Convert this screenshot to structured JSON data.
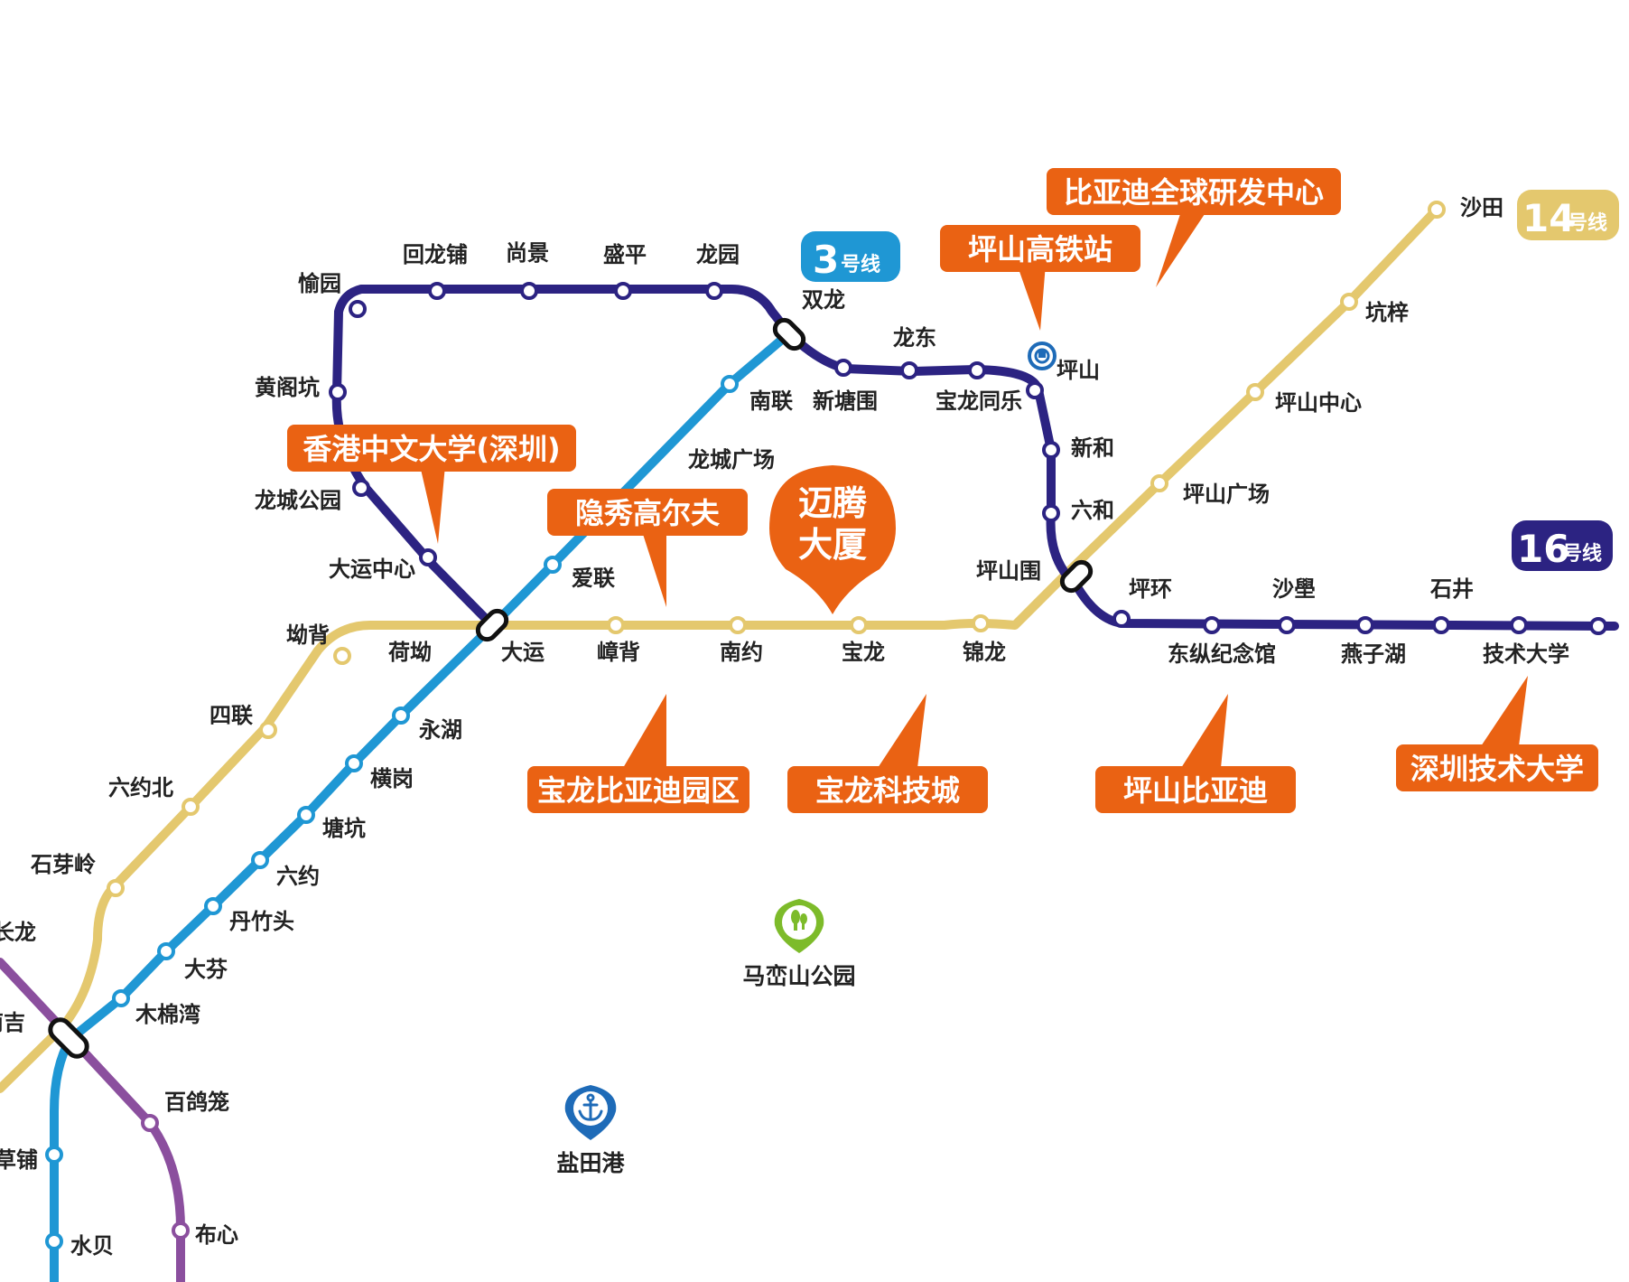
{
  "colors": {
    "line3": "#1f97d4",
    "line14": "#e4c86e",
    "line16": "#2c2382",
    "purple": "#8b4f9e",
    "callout": "#ea6213",
    "poi_port": "#1e6bb8",
    "poi_park": "#7dbb2a",
    "rail_icon": "#1e6bb8"
  },
  "line_badges": {
    "line3": {
      "number": "3",
      "suffix": "号线"
    },
    "line14": {
      "number": "14",
      "suffix": "号线"
    },
    "line16": {
      "number": "16",
      "suffix": "号线"
    }
  },
  "stations": {
    "yuyuan": "愉园",
    "huilongpu": "回龙铺",
    "shangjing": "尚景",
    "shengping": "盛平",
    "longyuan": "龙园",
    "shuanglong": "双龙",
    "longdong": "龙东",
    "pingshan": "坪山",
    "xintangwei": "新塘围",
    "baolongtongle": "宝龙同乐",
    "xinhe": "新和",
    "liuhe": "六和",
    "huanggekeng": "黄阁坑",
    "longchenggongyuan": "龙城公园",
    "dayunzhongxin": "大运中心",
    "nanlian": "南联",
    "longchengguangchang": "龙城广场",
    "ailian": "爱联",
    "aobei": "坳背",
    "heao": "荷坳",
    "dayun": "大运",
    "zhangbei": "嶂背",
    "nanyue": "南约",
    "baolong": "宝龙",
    "jinlong": "锦龙",
    "pingshanwei": "坪山围",
    "shatian": "沙田",
    "kengzi": "坑梓",
    "pingshanzhongxin": "坪山中心",
    "pingshanguangchang": "坪山广场",
    "pinghuan": "坪环",
    "shalei": "沙壆",
    "shijing": "石井",
    "dongzongjinianguan": "东纵纪念馆",
    "yanzihu": "燕子湖",
    "jishudaxue": "技术大学",
    "silian": "四联",
    "liuyuebei": "六约北",
    "shiyaling": "石芽岭",
    "changlong": "长龙",
    "nanji": "南吉",
    "yonghu": "永湖",
    "henggang": "横岗",
    "tangkeng": "塘坑",
    "liuyue": "六约",
    "danzhutou": "丹竹头",
    "dafen": "大芬",
    "mumianwan": "木棉湾",
    "baigelong": "百鸽笼",
    "caopu": "草铺",
    "shuibei": "水贝",
    "buxin": "布心"
  },
  "callouts": {
    "cuhk": "香港中文大学(深圳)",
    "yinxiu": "隐秀高尔夫",
    "byd_rd": "比亚迪全球研发中心",
    "pingshan_hsr": "坪山高铁站",
    "baolong_byd": "宝龙比亚迪园区",
    "baolong_tech": "宝龙科技城",
    "pingshan_byd": "坪山比亚迪",
    "sztu": "深圳技术大学"
  },
  "focus_marker": {
    "line1": "迈腾",
    "line2": "大厦"
  },
  "pois": {
    "malanshan": {
      "label": "马峦山公园",
      "icon": "tree-icon"
    },
    "yantian": {
      "label": "盐田港",
      "icon": "anchor-icon"
    }
  }
}
